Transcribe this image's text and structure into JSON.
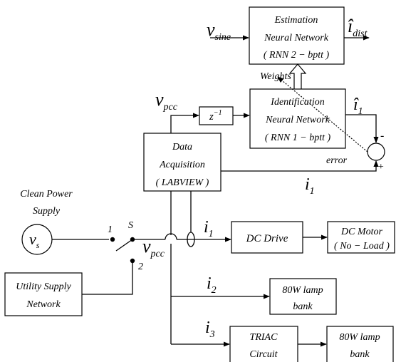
{
  "blocks": {
    "estimation": [
      "Estimation",
      "Neural Network",
      "( RNN 2 − bptt )"
    ],
    "identification": [
      "Identification",
      "Neural Network",
      "( RNN 1 − bptt )"
    ],
    "daq": [
      "Data",
      "Acquisition",
      "( LABVIEW )"
    ],
    "delay": "z",
    "delay_exp": "−1",
    "dc_drive": "DC Drive",
    "dc_motor": [
      "DC Motor",
      "( No − Load )"
    ],
    "lamp_bank_1": [
      "80W lamp",
      "bank"
    ],
    "triac": [
      "TRIAC",
      "Circuit"
    ],
    "lamp_bank_2": [
      "80W lamp",
      "bank"
    ],
    "utility": [
      "Utility Supply",
      "Network"
    ]
  },
  "labels": {
    "v_sine": {
      "base": "v",
      "sub": "sine"
    },
    "i_dist_hat": {
      "base": "î",
      "sub": "dist"
    },
    "i1_hat": {
      "base": "î",
      "sub": "1"
    },
    "v_pcc_top": {
      "base": "v",
      "sub": "pcc"
    },
    "v_pcc_mid": {
      "base": "v",
      "sub": "pcc"
    },
    "v_s": {
      "base": "v",
      "sub": "s"
    },
    "i1_fb": {
      "base": "i",
      "sub": "1"
    },
    "i1_line": {
      "base": "i",
      "sub": "1"
    },
    "i2": {
      "base": "i",
      "sub": "2"
    },
    "i3": {
      "base": "i",
      "sub": "3"
    },
    "weights": "Weights",
    "error": "error",
    "minus": "-",
    "plus": "+",
    "clean_power": [
      "Clean Power",
      "Supply"
    ],
    "sw_1": "1",
    "sw_2": "2",
    "sw_s": "S"
  }
}
